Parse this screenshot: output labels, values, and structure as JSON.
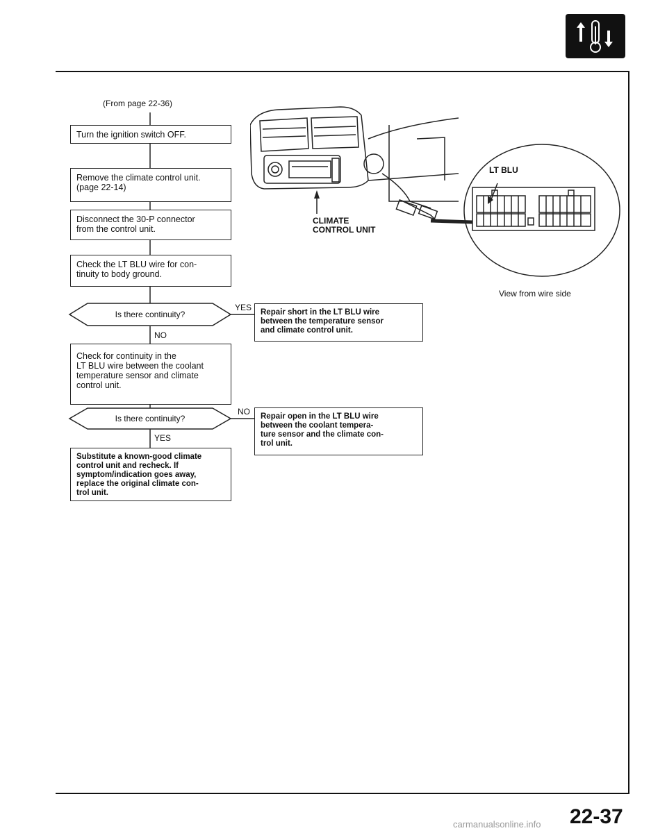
{
  "header": {
    "icon": "thermometer-arrows-icon"
  },
  "from_page": "(From page 22-36)",
  "steps": {
    "s1": "Turn the ignition switch OFF.",
    "s2_line1": "Remove the climate control unit.",
    "s2_line2": "(page 22-14)",
    "s3_line1": "Disconnect the 30-P connector",
    "s3_line2": "from the control unit.",
    "s4_line1": "Check the LT BLU wire for con-",
    "s4_line2": "tinuity to body ground.",
    "q1": "Is there continuity?",
    "q1_yes": "YES",
    "q1_no": "NO",
    "r1_line1": "Repair short in the LT BLU wire",
    "r1_line2": "between the temperature sensor",
    "r1_line3": "and climate control unit.",
    "s5_line1": "Check for continuity in the",
    "s5_line2": "LT BLU wire between the coolant",
    "s5_line3": "temperature sensor and climate",
    "s5_line4": "control unit.",
    "q2": "Is there continuity?",
    "q2_no": "NO",
    "q2_yes": "YES",
    "r2_line1": "Repair open in the LT BLU wire",
    "r2_line2": "between the coolant tempera-",
    "r2_line3": "ture sensor and the climate con-",
    "r2_line4": "trol unit.",
    "s6_line1": "Substitute a known-good climate",
    "s6_line2": "control unit and recheck. If",
    "s6_line3": "symptom/indication goes away,",
    "s6_line4": "replace the original climate con-",
    "s6_line5": "trol unit."
  },
  "illustration": {
    "unit_label_line1": "CLIMATE",
    "unit_label_line2": "CONTROL UNIT",
    "wire_label": "LT BLU",
    "view_caption": "View from wire side"
  },
  "page_number": "22-37",
  "watermark": "carmanualsonline.info"
}
